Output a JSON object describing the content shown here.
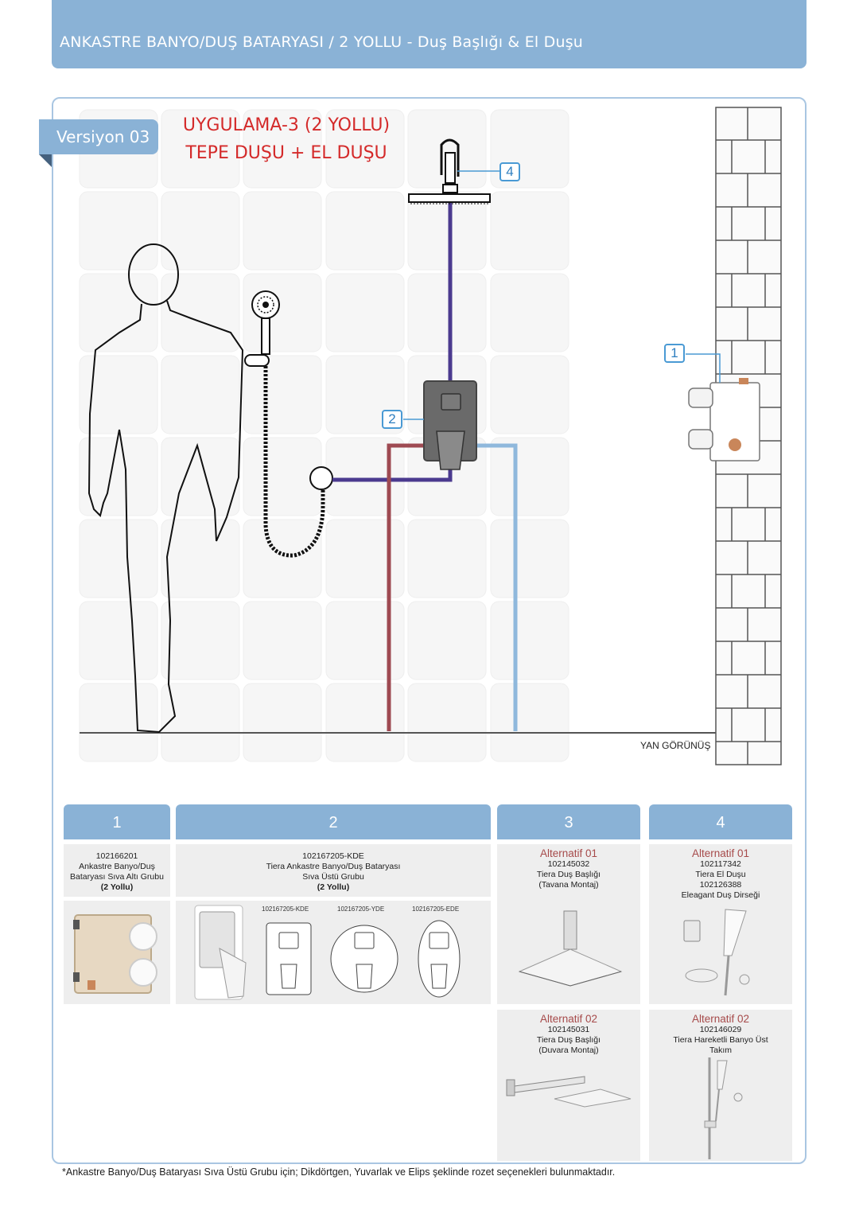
{
  "header": {
    "title": "ANKASTRE BANYO/DUŞ BATARYASI / 2 YOLLU - Duş Başlığı & El Duşu"
  },
  "version_tab": "Versiyon 03",
  "application": {
    "line1": "UYGULAMA-3 (2 YOLLU)",
    "line2": "TEPE DUŞU + EL DUŞU"
  },
  "diagram": {
    "side_view_label": "YAN GÖRÜNÜŞ",
    "callouts": [
      "1",
      "2",
      "4"
    ],
    "pipe_colors": {
      "hot": "#9e4a52",
      "cold": "#8fb8dc",
      "mixed": "#4b3a8f"
    }
  },
  "columns": [
    {
      "number": "1"
    },
    {
      "number": "2"
    },
    {
      "number": "3"
    },
    {
      "number": "4"
    }
  ],
  "cards": {
    "c1": {
      "code": "102166201",
      "lines": [
        "Ankastre Banyo/Duş",
        "Bataryası Sıva Altı Grubu",
        "(2 Yollu)"
      ]
    },
    "c2": {
      "code": "102167205-KDE",
      "lines": [
        "Tiera Ankastre Banyo/Duş Bataryası",
        "Sıva Üstü Grubu",
        "(2 Yollu)"
      ],
      "variants": [
        "102167205-KDE",
        "102167205-YDE",
        "102167205-EDE"
      ]
    },
    "c3a": {
      "title": "Alternatif 01",
      "lines": [
        "102145032",
        "Tiera Duş Başlığı",
        "(Tavana Montaj)"
      ]
    },
    "c3b": {
      "title": "Alternatif 02",
      "lines": [
        "102145031",
        "Tiera Duş Başlığı",
        "(Duvara Montaj)"
      ]
    },
    "c4a": {
      "title": "Alternatif 01",
      "lines": [
        "102117342",
        "Tiera El Duşu",
        "102126388",
        "Eleagant Duş Dirseği"
      ]
    },
    "c4b": {
      "title": "Alternatif 02",
      "lines": [
        "102146029",
        "Tiera Hareketli Banyo Üst",
        "Takım"
      ]
    }
  },
  "footnote": "*Ankastre Banyo/Duş Bataryası Sıva Üstü Grubu için; Dikdörtgen, Yuvarlak ve Elips şeklinde rozet seçenekleri bulunmaktadır."
}
